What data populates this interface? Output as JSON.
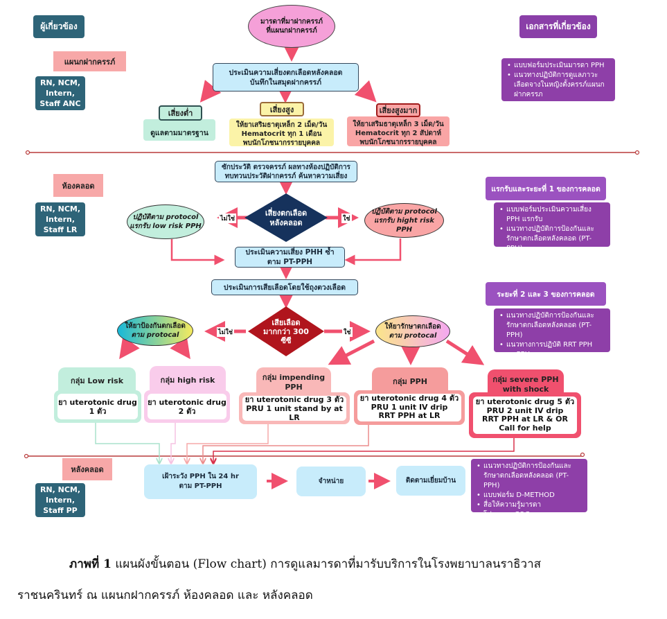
{
  "left_column": {
    "title": "ผู้เกี่ยวข้อง",
    "sections": [
      {
        "dept": "แผนกฝากครรภ์",
        "staff": [
          "RN, NCM,",
          "Intern,",
          "Staff ANC"
        ]
      },
      {
        "dept": "ห้องคลอด",
        "staff": [
          "RN, NCM,",
          "Intern,",
          "Staff LR"
        ]
      },
      {
        "dept": "หลังคลอด",
        "staff": [
          "RN, NCM,",
          "Intern,",
          "Staff PP"
        ]
      }
    ]
  },
  "right_column": {
    "title": "เอกสารที่เกี่ยวข้อง",
    "anc_docs": [
      "แบบฟอร์มประเมินมารดา PPH",
      "แนวทางปฏิบัติการดูแลภาวะเลือดจางในหญิงตั้งครรภ์แผนกฝากครรภ"
    ],
    "stage1_title": "แรกรับและระยะที่ 1 ของการคลอด",
    "stage1_docs": [
      "แบบฟอร์มประเมินความเสี่ยง PPH แรกรับ",
      "แนวทางปฏิบัติการป้องกันและรักษาตกเลือดหลังคลอด (PT-PPH)"
    ],
    "stage23_title": "ระยะที่ 2 และ 3  ของการคลอด",
    "stage23_docs": [
      "แนวทางปฏิบัติการป้องกันและรักษาตกเลือดหลังคลอด (PT-PPH)",
      "แนวทางการปฏิบัติ RRT PPH",
      "รถ PPH"
    ],
    "pp_docs": [
      "แนวทางปฏิบัติการป้องกันและรักษาตกเลือดหลังคลอด (PT-PPH)",
      "แบบฟอร์ม D-METHOD",
      "สื่อให้ความรู้มารดา",
      "โปรแกรม COC"
    ]
  },
  "anc": {
    "start": [
      "มารดาที่มาฝากครรภ์",
      "ที่แผนกฝากครรภ์"
    ],
    "assess": [
      "ประเมินความเสี่ยงตกเลือดหลังคลอด",
      "บันทึกในสมุดฝากครรภ์"
    ],
    "low": {
      "tag": "เสี่ยงต่ำ",
      "text": [
        "ดูแลตามมาตรฐาน"
      ]
    },
    "high": {
      "tag": "เสี่ยงสูง",
      "text": [
        "ให้ยาเสริมธาตุเหล็ก 2 เม็ด/วัน",
        "Hematocrit ทุก 1 เดือน",
        "พบนักโภชนากรรายบุคคล"
      ]
    },
    "very_high": {
      "tag": "เสี่ยงสูงมาก",
      "text": [
        "ให้ยาเสริมธาตุเหล็ก 3 เม็ด/วัน",
        "Hematocrit ทุก 2 สัปดาห์",
        "พบนักโภชนากรรายบุคคล"
      ]
    }
  },
  "lr": {
    "history": [
      "ซักประวัติ ตรวจครรภ์ ผลทางห้องปฏิบัติการ",
      "ทบทวนประวัติฝากครรภ์ ค้นหาความเสี่ยง"
    ],
    "decision1": [
      "เสี่ยงตกเลือด",
      "หลังคลอด"
    ],
    "no_label": "ไม่ใช่",
    "yes_label": "ใช่",
    "low_protocol": [
      "ปฏิบัติตาม protocol",
      "แรกรับ low risk PPH"
    ],
    "high_protocol": [
      "ปฏิบัติตาม protocol",
      "แรกรับ hight risk PPH"
    ],
    "reassess": [
      "ประเมินความเสี่ยง PHH ซ้ำ",
      "ตาม PT-PPH"
    ],
    "blood_loss": "ประเมินการเสียเลือดโดยใช้ถุงตวงเลือด",
    "decision2": [
      "เสียเลือด",
      "มากกว่า 300",
      "ซีซี"
    ],
    "prevent": [
      "ให้ยาป้องกันตกเลือด",
      "ตาม protocal"
    ],
    "treat": [
      "ให้ยารักษาตกเลือด",
      "ตาม protocal"
    ],
    "groups": [
      {
        "head": [
          "กลุ่ม Low risk"
        ],
        "body": [
          "ยา uterotonic drug",
          "1 ตัว"
        ]
      },
      {
        "head": [
          "กลุ่ม high risk"
        ],
        "body": [
          "ยา uterotonic drug",
          "2 ตัว"
        ]
      },
      {
        "head": [
          "กลุ่ม impending",
          "PPH"
        ],
        "body": [
          "ยา uterotonic drug 3 ตัว",
          "PRU 1 unit stand by at LR"
        ]
      },
      {
        "head": [
          "กลุ่ม  PPH"
        ],
        "body": [
          "ยา uterotonic drug 4 ตัว",
          "PRU 1 unit IV drip",
          "RRT PPH at LR"
        ]
      },
      {
        "head": [
          "กลุ่ม severe PPH",
          "with shock"
        ],
        "body": [
          "ยา uterotonic drug 5 ตัว",
          "PRU 2 unit IV drip",
          "RRT PPH at LR & OR",
          "Call for help"
        ]
      }
    ]
  },
  "pp": {
    "monitor": [
      "เฝ้าระวัง PPH ใน 24 hr",
      "ตาม PT-PPH"
    ],
    "discharge": "จำหน่าย",
    "follow": "ติดตามเยี่ยมบ้าน"
  },
  "caption": {
    "label": "ภาพที่ 1",
    "line1": " แผนผังขั้นตอน (Flow chart) การดูแลมารดาที่มารับบริการในโรงพยาบาลนราธิวาส",
    "line2": "ราชนครินทร์ ณ แผนกฝากครรภ์  ห้องคลอด และ หลังคลอด"
  },
  "colors": {
    "arrow": "#f0506e",
    "divider": "#b83a3a",
    "role": "#2e6478",
    "doc": "#8a3fa8"
  }
}
